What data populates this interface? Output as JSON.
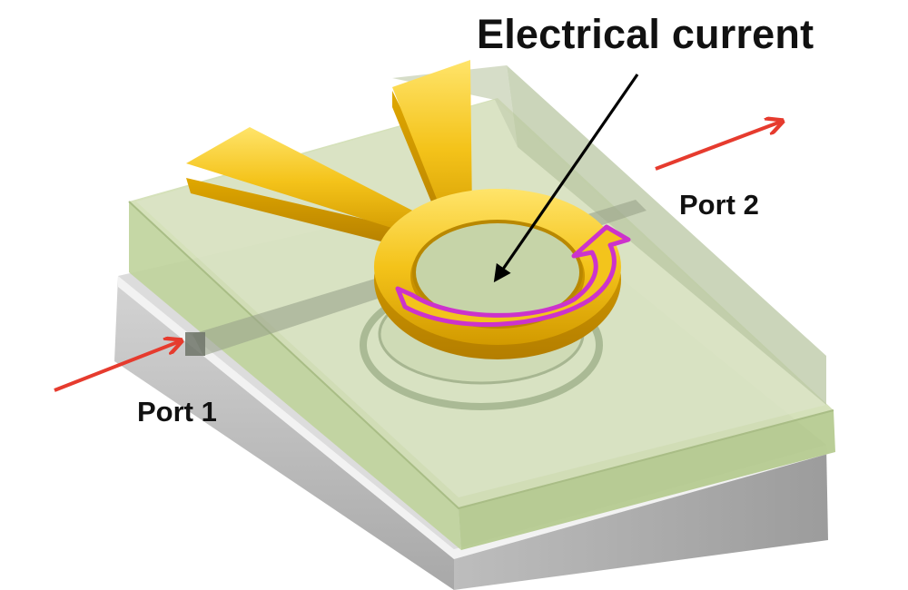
{
  "labels": {
    "current": "Electrical current",
    "port1": "Port 1",
    "port2": "Port 2"
  },
  "colors": {
    "gold": "#f2c316",
    "gold_dark": "#c99600",
    "current_arrow": "#cc33cc",
    "port_arrows": "#e63b2e",
    "layer_green": "#c9d9a6",
    "substrate_gray": "#c8c8c8"
  }
}
